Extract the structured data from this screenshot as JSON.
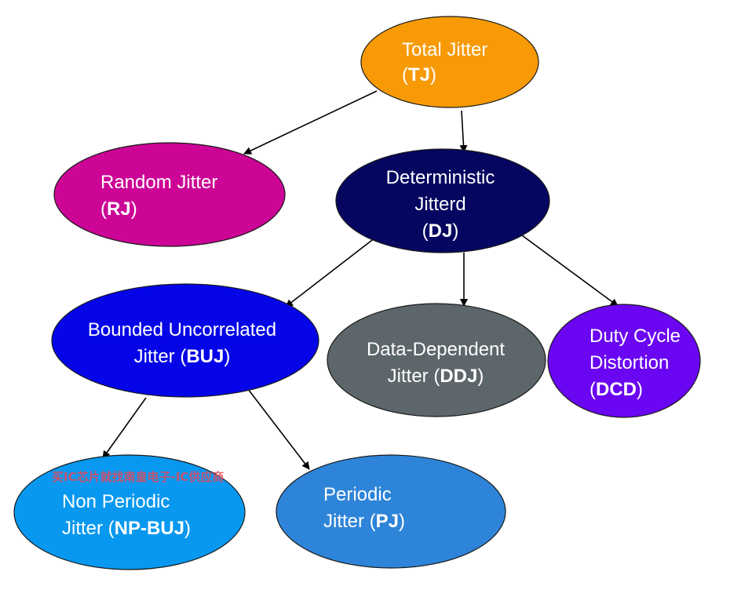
{
  "diagram": {
    "title": "Jitter decomposition tree",
    "nodes": [
      {
        "id": "tj",
        "lines": [
          [
            "Total Jitter"
          ],
          [
            "(",
            "TJ",
            ")"
          ]
        ],
        "color": "#f79a06"
      },
      {
        "id": "rj",
        "lines": [
          [
            "Random Jitter"
          ],
          [
            "(",
            "RJ",
            ")"
          ]
        ],
        "color": "#cc0596"
      },
      {
        "id": "dj",
        "lines": [
          [
            "Deterministic"
          ],
          [
            "Jitterd"
          ],
          [
            "(",
            "DJ",
            ")"
          ]
        ],
        "color": "#040660"
      },
      {
        "id": "buj",
        "lines": [
          [
            "Bounded Uncorrelated"
          ],
          [
            "Jitter (",
            "BUJ",
            ")"
          ]
        ],
        "color": "#0505e8"
      },
      {
        "id": "ddj",
        "lines": [
          [
            "Data-Dependent"
          ],
          [
            "Jitter (",
            "DDJ",
            ")"
          ]
        ],
        "color": "#5d666b"
      },
      {
        "id": "dcd",
        "lines": [
          [
            "Duty Cycle"
          ],
          [
            "Distortion"
          ],
          [
            "(",
            "DCD",
            ")"
          ]
        ],
        "color": "#6a06f2"
      },
      {
        "id": "npbuj",
        "lines": [
          [
            "Non Periodic"
          ],
          [
            "Jitter (",
            "NP-BUJ",
            ")"
          ]
        ],
        "color": "#0898f0"
      },
      {
        "id": "pj",
        "lines": [
          [
            "Periodic"
          ],
          [
            "Jitter (",
            "PJ",
            ")"
          ]
        ],
        "color": "#2e84d8"
      }
    ],
    "edges": [
      {
        "from": "tj",
        "to": "rj"
      },
      {
        "from": "tj",
        "to": "dj"
      },
      {
        "from": "dj",
        "to": "buj"
      },
      {
        "from": "dj",
        "to": "ddj"
      },
      {
        "from": "dj",
        "to": "dcd"
      },
      {
        "from": "buj",
        "to": "npbuj"
      },
      {
        "from": "buj",
        "to": "pj"
      }
    ]
  },
  "watermark": "买IC芯片就找南皇电子-IC供应商"
}
